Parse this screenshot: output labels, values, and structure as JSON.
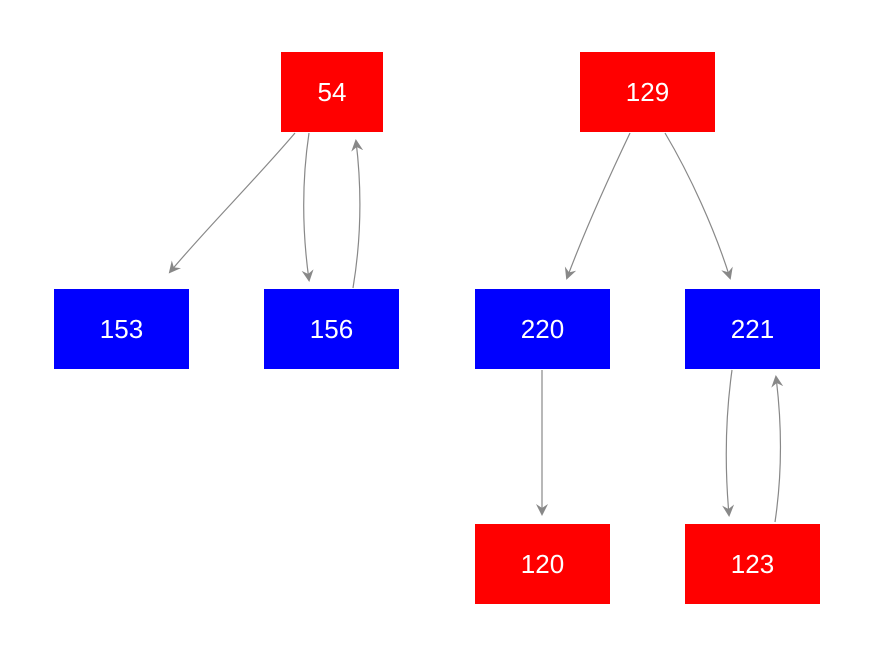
{
  "colors": {
    "red": "#ff0000",
    "blue": "#0000ff",
    "edge": "#888888",
    "background": "#ffffff"
  },
  "nodes": [
    {
      "id": "n54",
      "label": "54",
      "color": "red"
    },
    {
      "id": "n129",
      "label": "129",
      "color": "red"
    },
    {
      "id": "n153",
      "label": "153",
      "color": "blue"
    },
    {
      "id": "n156",
      "label": "156",
      "color": "blue"
    },
    {
      "id": "n220",
      "label": "220",
      "color": "blue"
    },
    {
      "id": "n221",
      "label": "221",
      "color": "blue"
    },
    {
      "id": "n120",
      "label": "120",
      "color": "red"
    },
    {
      "id": "n123",
      "label": "123",
      "color": "red"
    }
  ],
  "edges": [
    {
      "from": "54",
      "to": "153"
    },
    {
      "from": "54",
      "to": "156"
    },
    {
      "from": "156",
      "to": "54"
    },
    {
      "from": "129",
      "to": "220"
    },
    {
      "from": "129",
      "to": "221"
    },
    {
      "from": "220",
      "to": "120"
    },
    {
      "from": "221",
      "to": "123"
    },
    {
      "from": "123",
      "to": "221"
    }
  ]
}
